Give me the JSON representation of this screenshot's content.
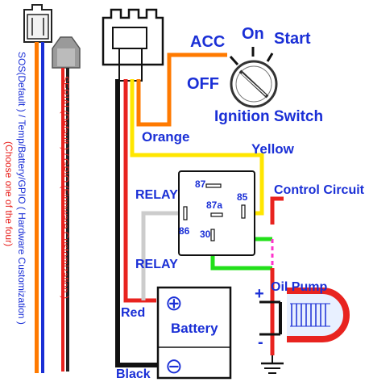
{
  "ignition": {
    "acc": "ACC",
    "on": "On",
    "start": "Start",
    "off": "OFF",
    "title": "Ignition Switch"
  },
  "wires": {
    "orange": "Orange",
    "yellow": "Yellow",
    "red": "Red",
    "black": "Black"
  },
  "relay": {
    "label_top": "RELAY",
    "label_bottom": "RELAY",
    "pin_87": "87",
    "pin_87a": "87a",
    "pin_85": "85",
    "pin_86": "86",
    "pin_30": "30"
  },
  "control_circuit": "Control Circuit",
  "oil_pump": "Oil Pump",
  "battery": {
    "label": "Battery",
    "plus": "⊕",
    "minus": "⊖"
  },
  "polarity": {
    "plus": "+",
    "minus": "-"
  },
  "side_labels": {
    "sos": "SOS(Default ) / Temp/Battery/GPIO ( Hardware Customization )",
    "choose": "(Choose one of the four)",
    "serial": "SERIAL(Default ) / GPIO (Firmware Customization )"
  },
  "colors": {
    "blue_text": "#1a2fd6",
    "orange_wire": "#ff7a00",
    "yellow_wire": "#ffe600",
    "red_wire": "#e8231f",
    "black_wire": "#111111",
    "green_wire": "#22e01a",
    "gray_wire": "#cccccc",
    "pink_dash": "#ff33cc"
  }
}
